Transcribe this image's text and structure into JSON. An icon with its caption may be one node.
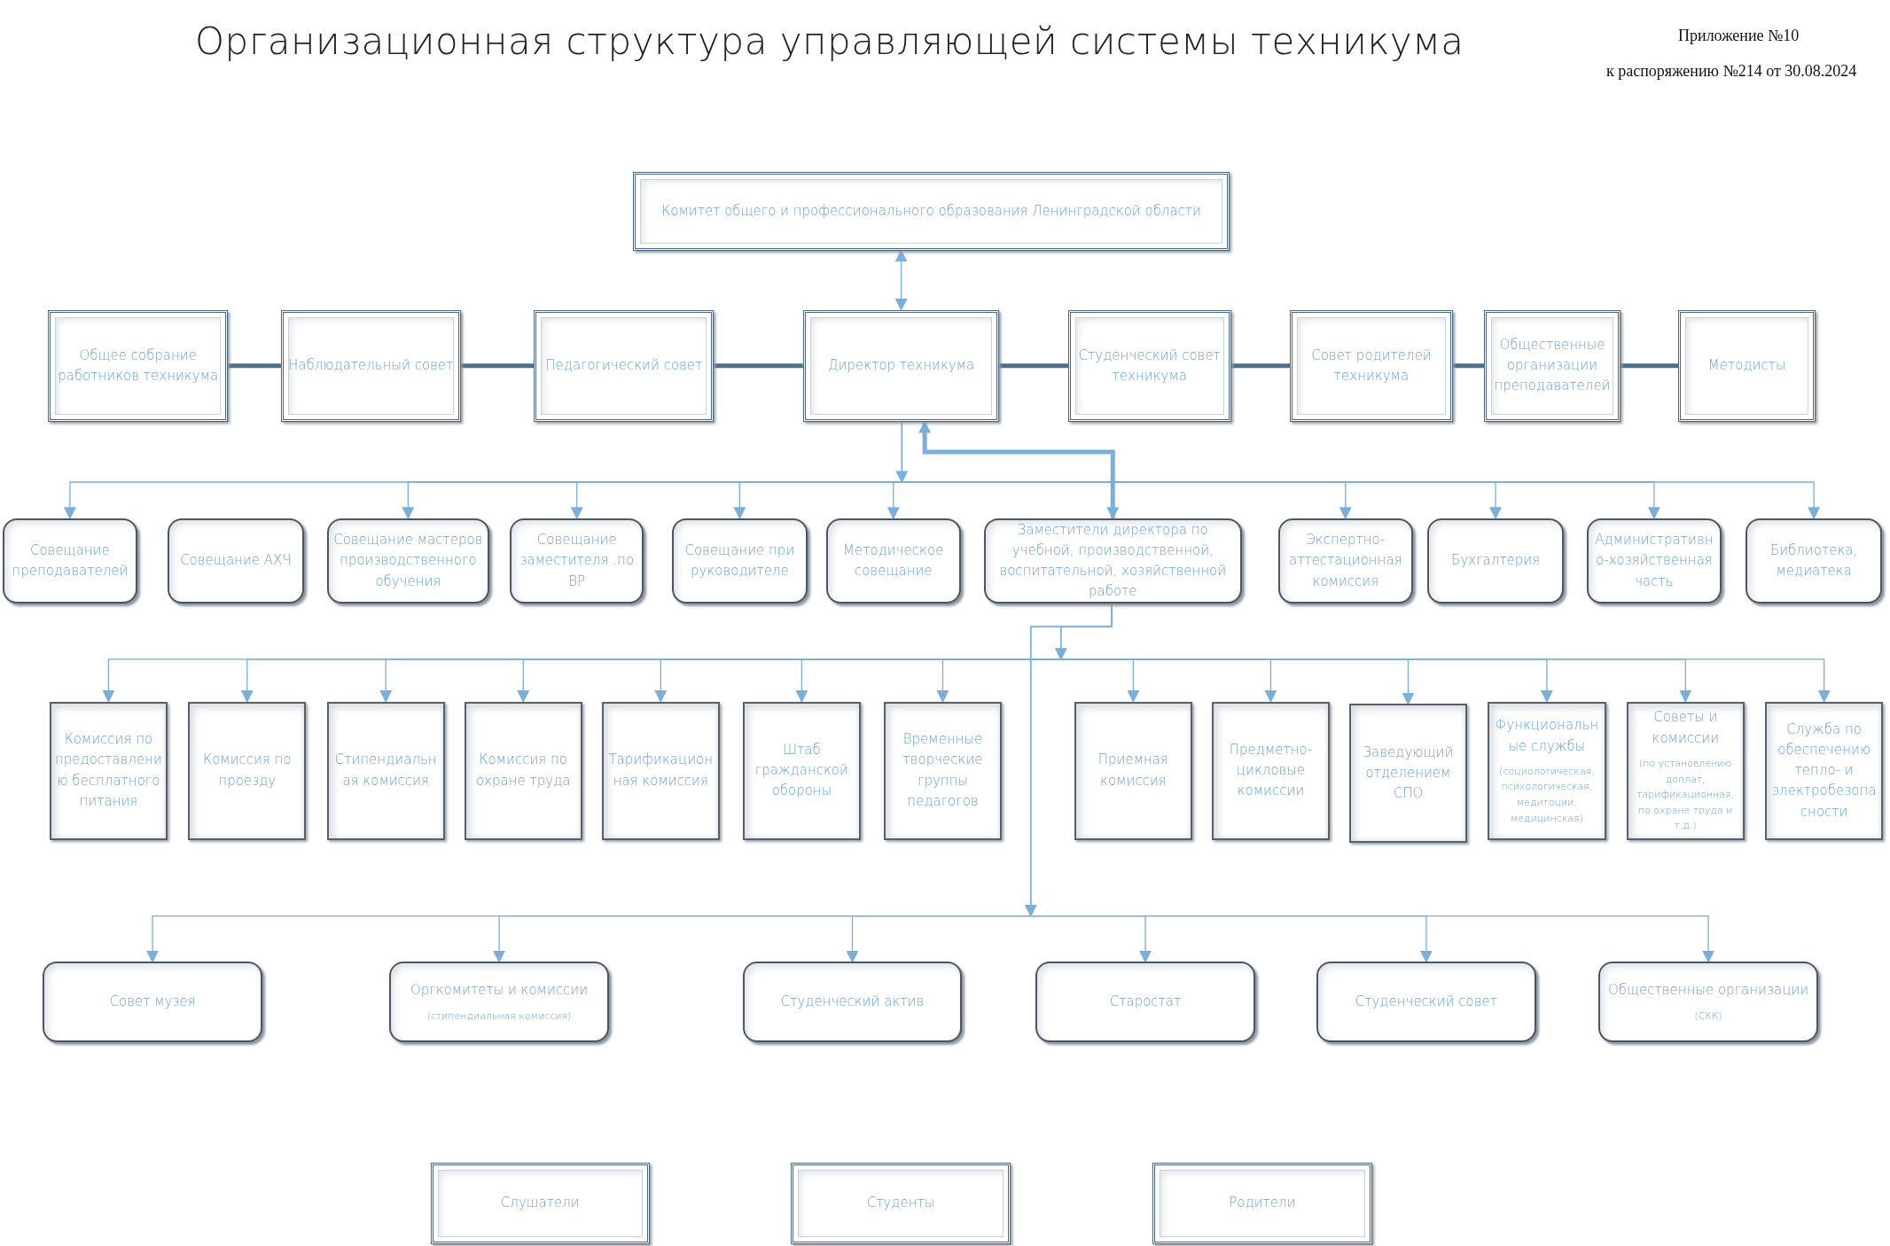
{
  "diagram": {
    "title": "Организационная структура управляющей системы техникума",
    "nodes": [
      {
        "text": [
          "Комитет общего и профессионального образования Ленинградской области"
        ]
      },
      {
        "text": [
          "Общее собрание работников техникума"
        ]
      },
      {
        "text": [
          "Наблюдательный совет"
        ]
      },
      {
        "text": [
          "Педагогический совет"
        ]
      },
      {
        "text": [
          "Директор техникума"
        ]
      },
      {
        "text": [
          "Студенческий совет техникума"
        ]
      },
      {
        "text": [
          "Совет родителей техникума"
        ]
      },
      {
        "text": [
          "Общественные организации преподавателей"
        ]
      },
      {
        "text": [
          "Методисты"
        ]
      },
      {
        "text": [
          "Совещание преподавателей"
        ]
      },
      {
        "text": [
          "Совещание АХЧ"
        ]
      },
      {
        "text": [
          "Совещание мастеров производственного обучения"
        ]
      },
      {
        "text": [
          "Совещание заместителя .по ВР"
        ]
      },
      {
        "text": [
          "Совещание при руководителе"
        ]
      },
      {
        "text": [
          "Методическое совещание"
        ]
      },
      {
        "text": [
          "Заместители директора по учебной, производственной, воспитательной, хозяйственной работе"
        ]
      },
      {
        "text": [
          "Экспертно-аттестационная комиссия"
        ]
      },
      {
        "text": [
          "Бухгалтерия"
        ]
      },
      {
        "text": [
          "Административно-хозяйственная часть"
        ]
      },
      {
        "text": [
          "Библиотека, медиатека"
        ]
      },
      {
        "text": [
          "Комиссия по предоставлению бесплатного питания"
        ]
      },
      {
        "text": [
          "Комиссия по проезду"
        ]
      },
      {
        "text": [
          "Стипендиальная комиссия"
        ]
      },
      {
        "text": [
          "Комиссия по охране труда"
        ]
      },
      {
        "text": [
          "Тарификационная комиссия"
        ]
      },
      {
        "text": [
          "Штаб гражданской обороны"
        ]
      },
      {
        "text": [
          "Временные творческие группы педагогов"
        ]
      },
      {
        "text": [
          "Приемная комиссия"
        ]
      },
      {
        "text": [
          "Предметно-цикловые комиссии"
        ]
      },
      {
        "text": [
          "Заведующий отделением СПО"
        ]
      },
      {
        "text": [
          "Функциональные службы",
          "(социологическая, психологическая, медитоции, медицинская)"
        ]
      },
      {
        "text": [
          "Советы и комиссии",
          "(по установлению доплат, тарификационная, по охране труда и т.д.)"
        ]
      },
      {
        "text": [
          "Служба по обеспечению тепло- и электробезопасности"
        ]
      },
      {
        "text": [
          "Совет музея"
        ]
      },
      {
        "text": [
          "Оргкомитеты и комиссии",
          "(стипендиальная комиссия)"
        ]
      },
      {
        "text": [
          "Студенческий актив"
        ]
      },
      {
        "text": [
          "Старостат"
        ]
      },
      {
        "text": [
          "Студенческий совет"
        ]
      },
      {
        "text": [
          "Общественные организации",
          "(СКК)"
        ]
      },
      {
        "text": [
          "Слушатели"
        ]
      },
      {
        "text": [
          "Студенты"
        ]
      },
      {
        "text": [
          "Родители"
        ]
      }
    ],
    "edges": [
      {
        "from": 0,
        "to": 4,
        "arrow": "both"
      },
      {
        "from": 1,
        "to": 2,
        "arrow": "none",
        "style": "thick",
        "color": "#4f6e8c"
      },
      {
        "from": 2,
        "to": 3,
        "arrow": "none",
        "style": "thick",
        "color": "#4f6e8c"
      },
      {
        "from": 3,
        "to": 4,
        "arrow": "none",
        "style": "thick",
        "color": "#4f6e8c"
      },
      {
        "from": 4,
        "to": 5,
        "arrow": "none",
        "style": "thick",
        "color": "#4f6e8c"
      },
      {
        "from": 5,
        "to": 6,
        "arrow": "none",
        "style": "thick",
        "color": "#4f6e8c"
      },
      {
        "from": 6,
        "to": 7,
        "arrow": "none",
        "style": "thick",
        "color": "#4f6e8c"
      },
      {
        "from": 7,
        "to": 8,
        "arrow": "none",
        "style": "thick",
        "color": "#4f6e8c"
      },
      {
        "from": 4,
        "to": 9,
        "arrow": "to"
      },
      {
        "from": 4,
        "to": 11,
        "arrow": "to"
      },
      {
        "from": 4,
        "to": 12,
        "arrow": "to"
      },
      {
        "from": 4,
        "to": 13,
        "arrow": "to"
      },
      {
        "from": 4,
        "to": 14,
        "arrow": "to"
      },
      {
        "from": 4,
        "to": 16,
        "arrow": "to"
      },
      {
        "from": 4,
        "to": 17,
        "arrow": "to"
      },
      {
        "from": 4,
        "to": 18,
        "arrow": "to"
      },
      {
        "from": 4,
        "to": 19,
        "arrow": "to"
      },
      {
        "from": 4,
        "to": 15,
        "arrow": "both",
        "style": "thick"
      },
      {
        "from": 15,
        "to": 20,
        "arrow": "to"
      },
      {
        "from": 15,
        "to": 21,
        "arrow": "to"
      },
      {
        "from": 15,
        "to": 22,
        "arrow": "to"
      },
      {
        "from": 15,
        "to": 23,
        "arrow": "to"
      },
      {
        "from": 15,
        "to": 24,
        "arrow": "to"
      },
      {
        "from": 15,
        "to": 25,
        "arrow": "to"
      },
      {
        "from": 15,
        "to": 26,
        "arrow": "to"
      },
      {
        "from": 15,
        "to": 27,
        "arrow": "to"
      },
      {
        "from": 15,
        "to": 28,
        "arrow": "to"
      },
      {
        "from": 15,
        "to": 29,
        "arrow": "to"
      },
      {
        "from": 15,
        "to": 30,
        "arrow": "to"
      },
      {
        "from": 15,
        "to": 31,
        "arrow": "to"
      },
      {
        "from": 15,
        "to": 32,
        "arrow": "to"
      },
      {
        "from": 15,
        "to": 33,
        "arrow": "to"
      },
      {
        "from": 15,
        "to": 34,
        "arrow": "to"
      },
      {
        "from": 15,
        "to": 35,
        "arrow": "to"
      },
      {
        "from": 15,
        "to": 36,
        "arrow": "to"
      },
      {
        "from": 15,
        "to": 37,
        "arrow": "to"
      },
      {
        "from": 15,
        "to": 38,
        "arrow": "to"
      }
    ],
    "labels": [
      "Приложение №10",
      "к распоряжению №214  от 30.08.2024"
    ]
  }
}
